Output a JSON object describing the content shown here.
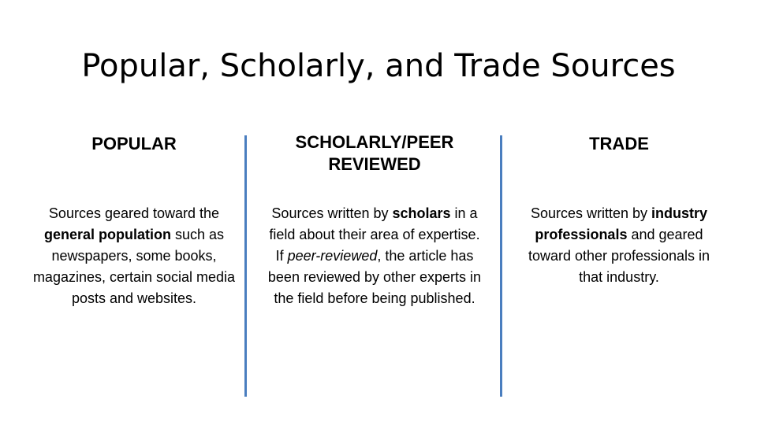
{
  "title": "Popular, Scholarly, and Trade Sources",
  "columns": {
    "popular": {
      "heading": "POPULAR",
      "body": {
        "t1": "Sources geared toward the ",
        "b1": "general population",
        "t2": " such as newspapers, some books, magazines, certain social media posts and websites."
      }
    },
    "scholarly": {
      "heading": "SCHOLARLY/PEER REVIEWED",
      "body": {
        "t1": "Sources written by ",
        "b1": "scholars",
        "t2": " in a field about their area of expertise. If ",
        "i1": "peer-reviewed",
        "t3": ", the article has been reviewed by other experts in the field before being published."
      }
    },
    "trade": {
      "heading": "TRADE",
      "body": {
        "t1": "Sources written by ",
        "b1": "industry professionals",
        "t2": " and geared toward other professionals in that industry."
      }
    }
  },
  "colors": {
    "divider": "#4a7ebf"
  }
}
